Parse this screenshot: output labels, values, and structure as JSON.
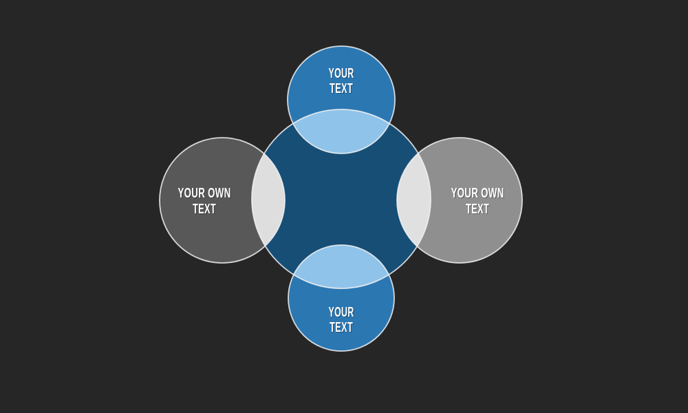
{
  "background_color": "#262626",
  "diagram": {
    "name": "four-circle overlap diagram",
    "text_color": "#ffffff",
    "stroke_color": "#f2f2f2",
    "center_circle": {
      "color": "#164e76"
    },
    "top_circle": {
      "line1": "YOUR",
      "line2": "TEXT",
      "color": "#2b77b2",
      "overlap_color": "#8fc3ea"
    },
    "bottom_circle": {
      "line1": "YOUR",
      "line2": "TEXT",
      "color": "#2b77b2",
      "overlap_color": "#8fc3ea"
    },
    "left_circle": {
      "line1": "YOUR OWN",
      "line2": "TEXT",
      "color": "#585858",
      "overlap_color": "#dedede"
    },
    "right_circle": {
      "line1": "YOUR OWN",
      "line2": "TEXT",
      "color": "#8f8f8f",
      "overlap_color": "#e0e0e0"
    }
  }
}
